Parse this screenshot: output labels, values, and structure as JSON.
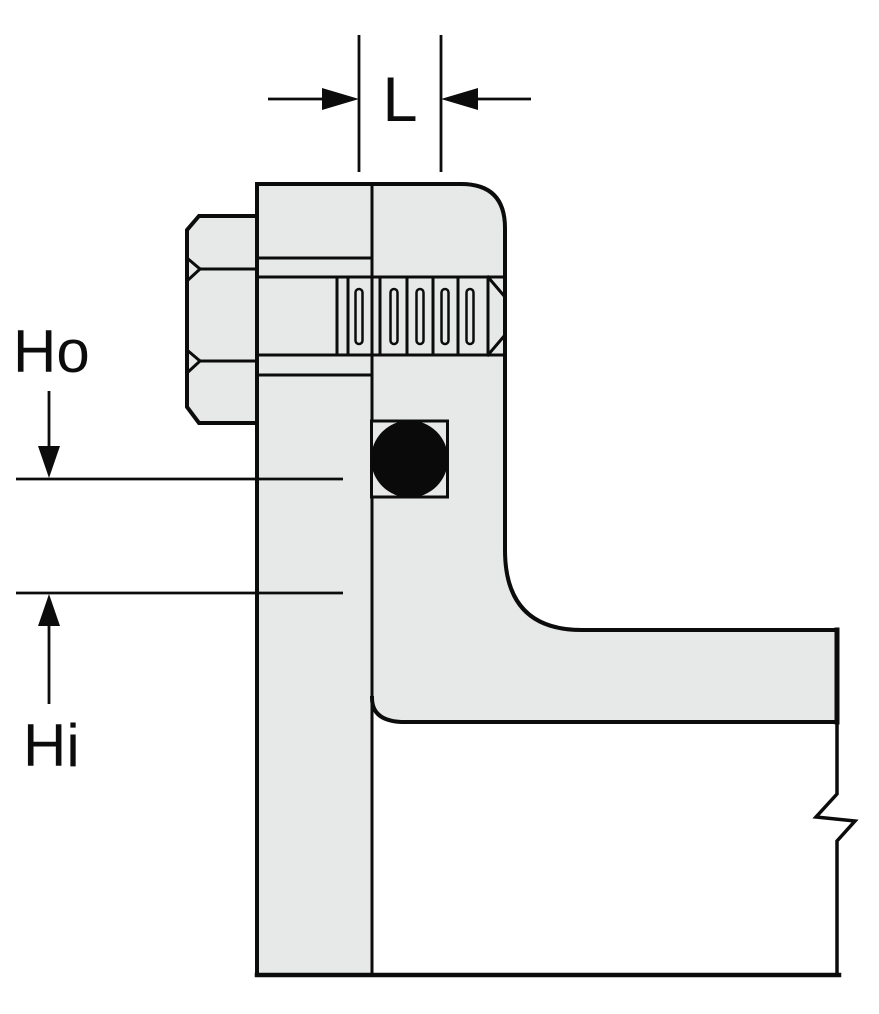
{
  "diagram": {
    "labels": {
      "thread_length": "L",
      "height_outer": "Ho",
      "height_inner": "Hi"
    },
    "colors": {
      "background": "#ffffff",
      "part_fill": "#e7e8e8",
      "line": "#0c0c0c",
      "o_ring_fill": "#0a0a0a"
    }
  }
}
